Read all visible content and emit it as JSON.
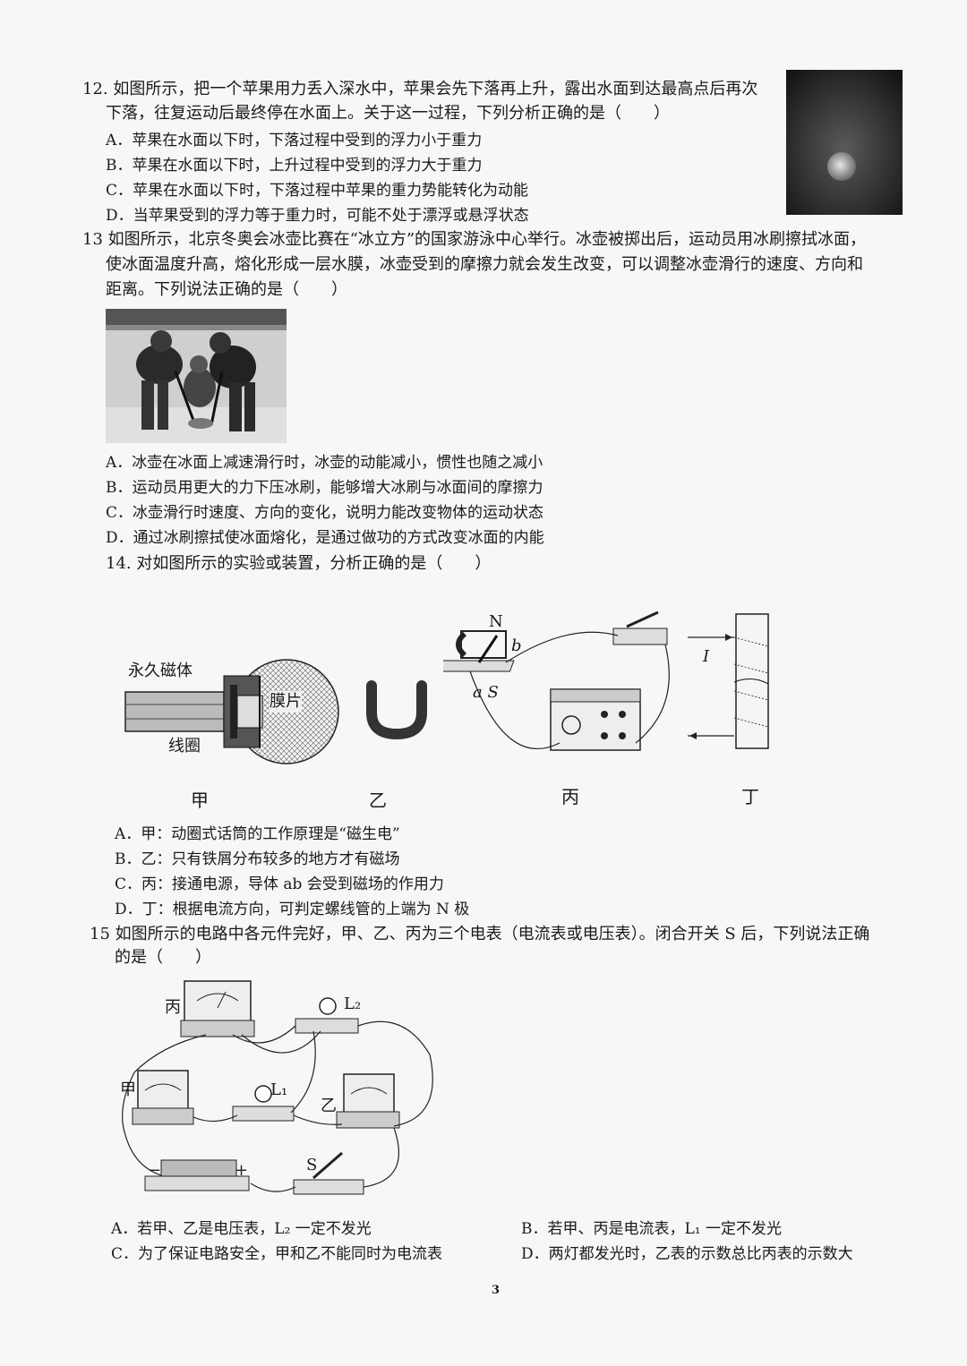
{
  "q12": {
    "line1": "12. 如图所示，把一个苹果用力丢入深水中，苹果会先下落再上升，露出水面到达最高点后再次",
    "line2": "下落，往复运动后最终停在水面上。关于这一过程，下列分析正确的是（　　）",
    "options": [
      "A．苹果在水面以下时，下落过程中受到的浮力小于重力",
      "B．苹果在水面以下时，上升过程中受到的浮力大于重力",
      "C．苹果在水面以下时，下落过程中苹果的重力势能转化为动能",
      "D．当苹果受到的浮力等于重力时，可能不处于漂浮或悬浮状态"
    ]
  },
  "q13": {
    "line1": "13  如图所示，北京冬奥会冰壶比赛在“冰立方”的国家游泳中心举行。冰壶被掷出后，运动员用冰刷擦拭冰面，",
    "line2": "使冰面温度升高，熔化形成一层水膜，冰壶受到的摩擦力就会发生改变，可以调整冰壶滑行的速度、方向和",
    "line3": "距离。下列说法正确的是（　　）",
    "options": [
      "A．冰壶在冰面上减速滑行时，冰壶的动能减小，惯性也随之减小",
      "B．运动员用更大的力下压冰刷，能够增大冰刷与冰面间的摩擦力",
      "C．冰壶滑行时速度、方向的变化，说明力能改变物体的运动状态",
      "D．通过冰刷擦拭使冰面熔化，是通过做功的方式改变冰面的内能"
    ]
  },
  "q14": {
    "line1": "14. 对如图所示的实验或装置，分析正确的是（　　）",
    "labels": {
      "magnet": "永久磁体",
      "membrane": "膜片",
      "coil": "线圈",
      "N": "N",
      "b": "b",
      "aS": "a S",
      "I": "I"
    },
    "captions": [
      "甲",
      "乙",
      "丙",
      "丁"
    ],
    "options": [
      "A．甲：动圈式话筒的工作原理是“磁生电”",
      "B．乙：只有铁屑分布较多的地方才有磁场",
      "C．丙：接通电源，导体 ab 会受到磁场的作用力",
      "D．丁：根据电流方向，可判定螺线管的上端为 N 极"
    ]
  },
  "q15": {
    "line1": "15  如图所示的电路中各元件完好，甲、乙、丙为三个电表（电流表或电压表）。闭合开关 S 后，下列说法正确",
    "line2": "的是（　　）",
    "labels": {
      "bing": "丙",
      "jia": "甲",
      "yi": "乙",
      "L1": "L₁",
      "L2": "L₂",
      "S": "S",
      "minus": "−",
      "plus": "+"
    },
    "options": [
      "A．若甲、乙是电压表，L₂ 一定不发光",
      "B．若甲、丙是电流表，L₁ 一定不发光",
      "C．为了保证电路安全，甲和乙不能同时为电流表",
      "D．两灯都发光时，乙表的示数总比丙表的示数大"
    ]
  },
  "page_number": "3"
}
